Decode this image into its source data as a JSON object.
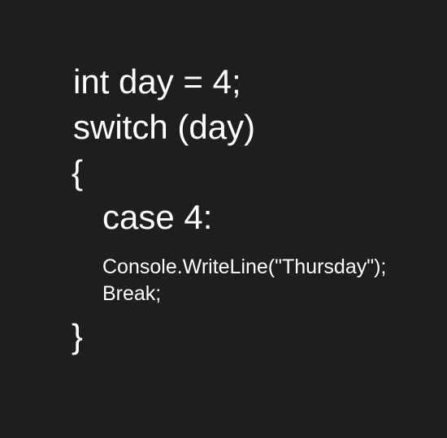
{
  "colors": {
    "background": "#1e1e1e",
    "text": "#ffffff"
  },
  "code": {
    "line1": "int day = 4;",
    "line2": "switch (day)",
    "line3": "{",
    "line4": "case 4:",
    "line5": "Console.WriteLine(\"Thursday\");",
    "line6": "Break;",
    "line7": "}"
  }
}
